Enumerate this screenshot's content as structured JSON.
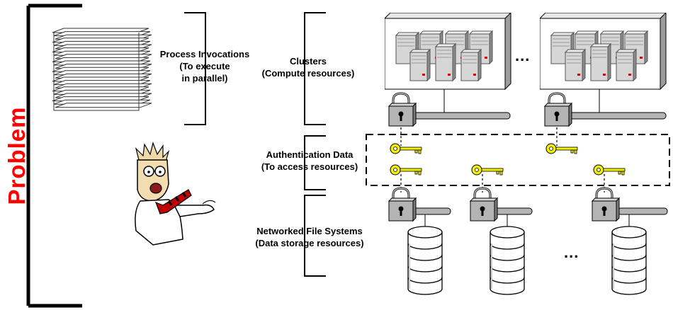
{
  "side_label": "Problem",
  "labels": {
    "process_line1": "Process Invocations",
    "process_line2": "(To execute",
    "process_line3": "in parallel)",
    "clusters_line1": "Clusters",
    "clusters_line2": "(Compute resources)",
    "auth_line1": "Authentication Data",
    "auth_line2": "(To access resources)",
    "nfs_line1": "Networked File Systems",
    "nfs_line2": "(Data storage resources)"
  },
  "ellipsis": "...",
  "colors": {
    "problem_text": "#ff0000",
    "server_light": "#d6d6d6",
    "server_led": "#e00000",
    "key": "#f5f000",
    "lock": "#b0b0b0"
  },
  "icons": [
    "paper-stack-icon",
    "server-cluster-icon",
    "padlock-icon",
    "key-icon",
    "database-icon",
    "person-cartoon-icon"
  ]
}
